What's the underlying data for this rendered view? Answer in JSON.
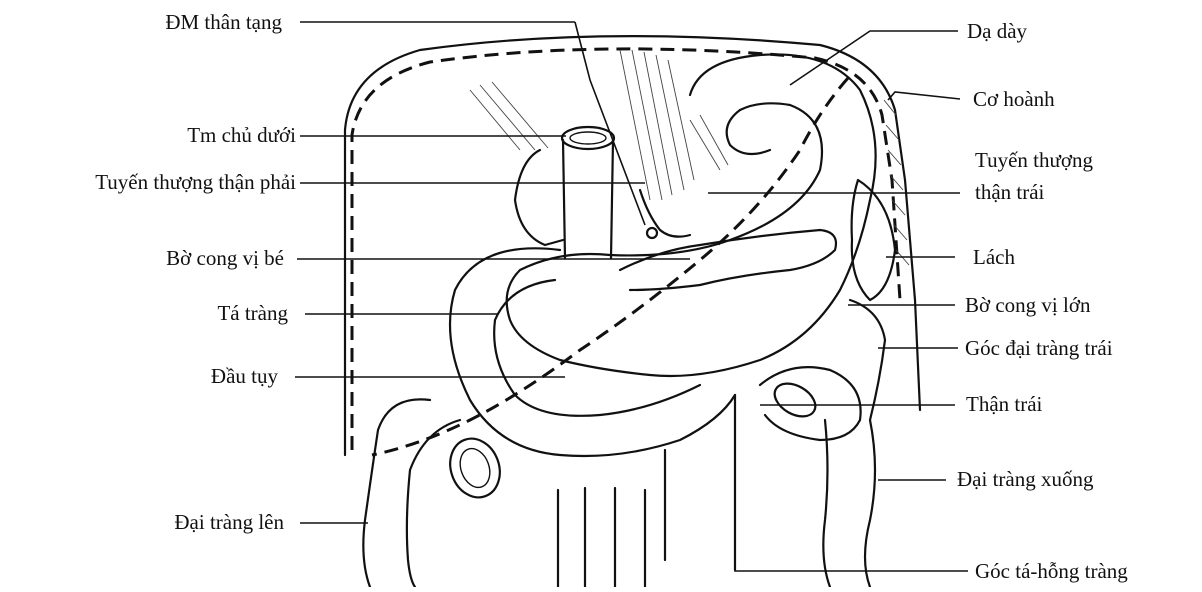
{
  "labels": {
    "dm_than_tang": "ĐM thân tạng",
    "tm_chu_duoi": "Tm chủ dưới",
    "tuyen_thuong_than_phai": "Tuyến thượng thận phải",
    "bo_cong_vi_be": "Bờ cong vị bé",
    "ta_trang": "Tá tràng",
    "dau_tuy": "Đầu tụy",
    "dai_trang_len": "Đại tràng lên",
    "da_day": "Dạ dày",
    "co_hoanh": "Cơ hoành",
    "tuyen_thuong_than_trai_1": "Tuyến thượng",
    "tuyen_thuong_than_trai_2": "thận trái",
    "lach": "Lách",
    "bo_cong_vi_lon": "Bờ cong vị lớn",
    "goc_dai_trang_trai": "Góc đại tràng trái",
    "than_trai": "Thận trái",
    "dai_trang_xuong": "Đại tràng xuống",
    "goc_ta_hong_trang": "Góc tá-hỗng tràng"
  }
}
